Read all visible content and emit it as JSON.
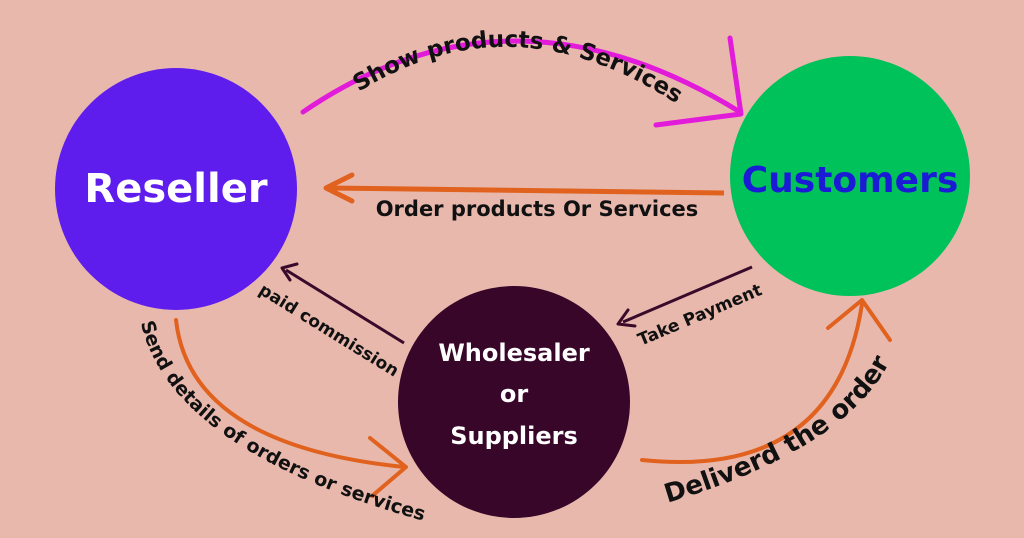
{
  "colors": {
    "background": "#e8b8ad",
    "reseller": "#5f1ded",
    "customers": "#00c25a",
    "wholesaler": "#370628",
    "customers_text": "#1b1bd6",
    "magenta_arrow": "#e21ad9",
    "orange_arrow": "#e0621e",
    "dark_arrow": "#3a0a2a"
  },
  "nodes": {
    "reseller": "Reseller",
    "customers": "Customers",
    "wholesaler": {
      "line1": "Wholesaler",
      "line2": "or",
      "line3": "Suppliers"
    }
  },
  "edges": {
    "show": "Show products & Services",
    "order": "Order products Or Services",
    "paid": "paid commission",
    "payment": "Take Payment",
    "send": "Send details of orders or services",
    "deliver": "Deliverd the order"
  }
}
